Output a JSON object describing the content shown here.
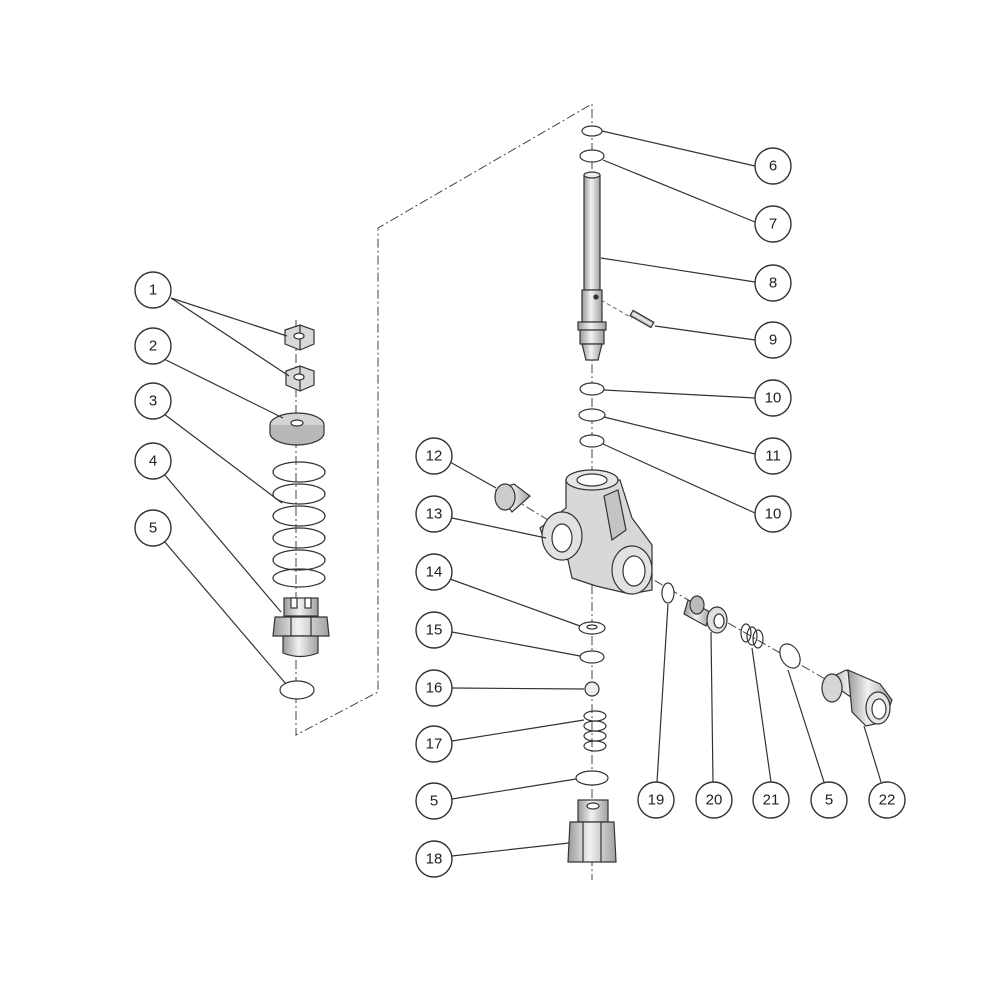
{
  "callouts": [
    {
      "id": "c1",
      "label": "1"
    },
    {
      "id": "c2",
      "label": "2"
    },
    {
      "id": "c3",
      "label": "3"
    },
    {
      "id": "c4",
      "label": "4"
    },
    {
      "id": "c5a",
      "label": "5"
    },
    {
      "id": "c6",
      "label": "6"
    },
    {
      "id": "c7",
      "label": "7"
    },
    {
      "id": "c8",
      "label": "8"
    },
    {
      "id": "c9",
      "label": "9"
    },
    {
      "id": "c10a",
      "label": "10"
    },
    {
      "id": "c11",
      "label": "11"
    },
    {
      "id": "c10b",
      "label": "10"
    },
    {
      "id": "c12",
      "label": "12"
    },
    {
      "id": "c13",
      "label": "13"
    },
    {
      "id": "c14",
      "label": "14"
    },
    {
      "id": "c15",
      "label": "15"
    },
    {
      "id": "c16",
      "label": "16"
    },
    {
      "id": "c17",
      "label": "17"
    },
    {
      "id": "c5b",
      "label": "5"
    },
    {
      "id": "c18",
      "label": "18"
    },
    {
      "id": "c19",
      "label": "19"
    },
    {
      "id": "c20",
      "label": "20"
    },
    {
      "id": "c21",
      "label": "21"
    },
    {
      "id": "c5c",
      "label": "5"
    },
    {
      "id": "c22",
      "label": "22"
    }
  ],
  "colors": {
    "line": "#333333",
    "fill_light": "#e4e4e4",
    "fill_mid": "#c8c8c8",
    "fill_dark": "#a8a8a8",
    "background": "#ffffff"
  }
}
